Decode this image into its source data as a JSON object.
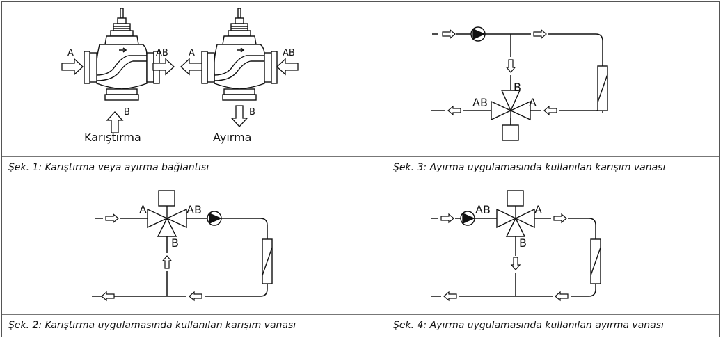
{
  "figures": {
    "fig1": {
      "caption": "Şek. 1:  Karıştırma veya ayırma bağlantısı",
      "valves": [
        {
          "label": "Karıştırma",
          "ports": {
            "left": "A",
            "right": "AB",
            "bottom": "B"
          }
        },
        {
          "label": "Ayırma",
          "ports": {
            "left": "A",
            "right": "AB",
            "bottom": "B"
          }
        }
      ]
    },
    "fig2": {
      "caption": "Şek. 2:  Karıştırma uygulamasında kullanılan karışım vanası",
      "ports": {
        "left": "A",
        "right": "AB",
        "bottom": "B"
      }
    },
    "fig3": {
      "caption": "Şek. 3:  Ayırma uygulamasında kullanılan karışım vanası",
      "ports": {
        "top": "B",
        "left": "AB",
        "right": "A"
      }
    },
    "fig4": {
      "caption": "Şek. 4:  Ayırma uygulamasında kullanılan ayırma vanası",
      "ports": {
        "left": "AB",
        "right": "A",
        "bottom": "B"
      }
    }
  }
}
